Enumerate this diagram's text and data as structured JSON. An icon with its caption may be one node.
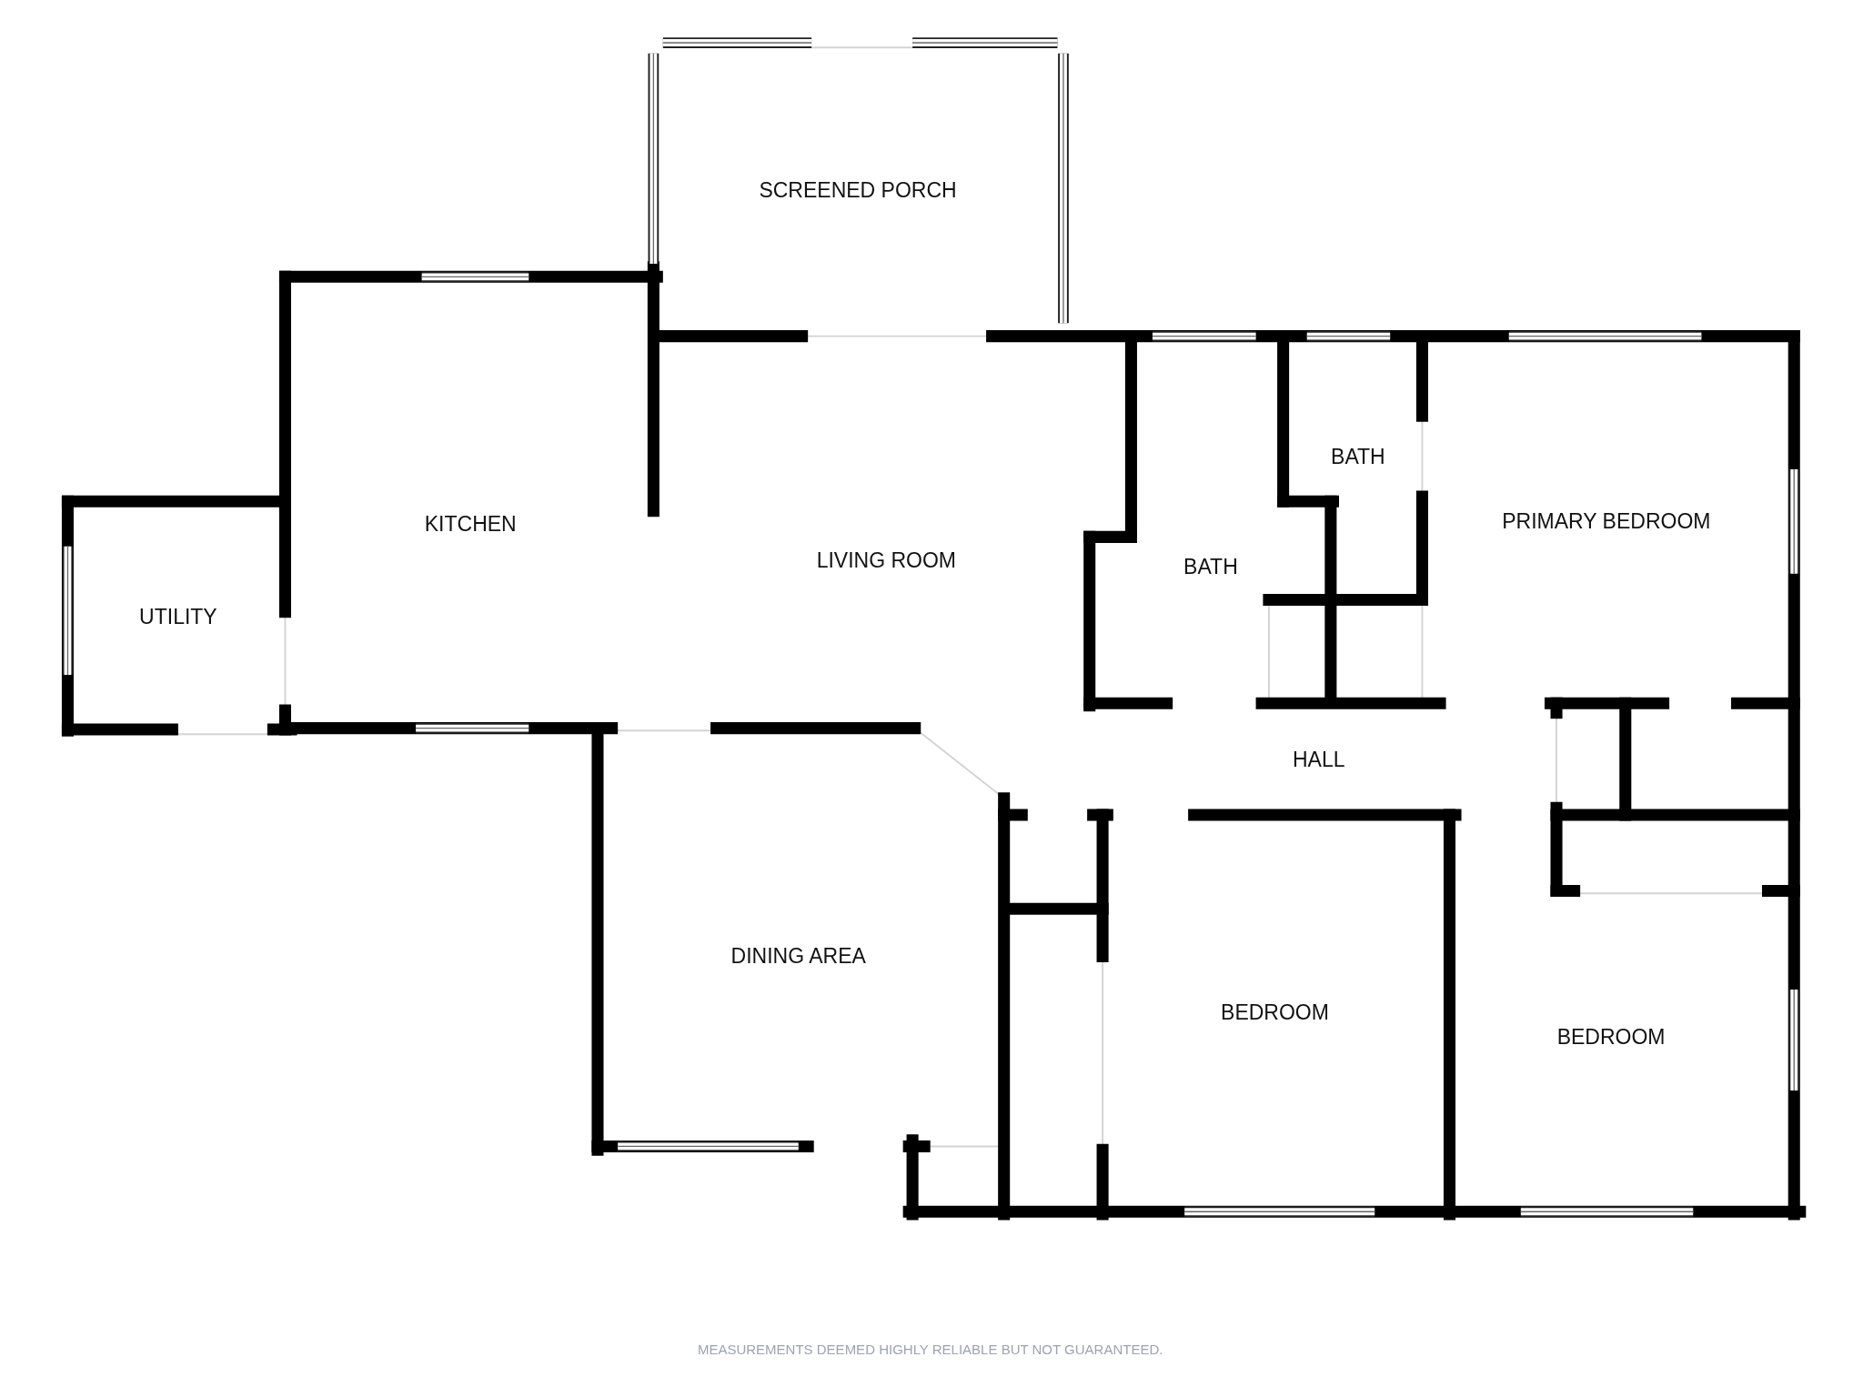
{
  "diagram": {
    "labels": [
      "SCREENED PORCH",
      "KITCHEN",
      "LIVING ROOM",
      "UTILITY",
      "BATH",
      "PRIMARY BEDROOM",
      "BATH",
      "HALL",
      "DINING AREA",
      "BEDROOM",
      "BEDROOM",
      "MEASUREMENTS DEEMED HIGHLY RELIABLE BUT NOT GUARANTEED."
    ]
  }
}
